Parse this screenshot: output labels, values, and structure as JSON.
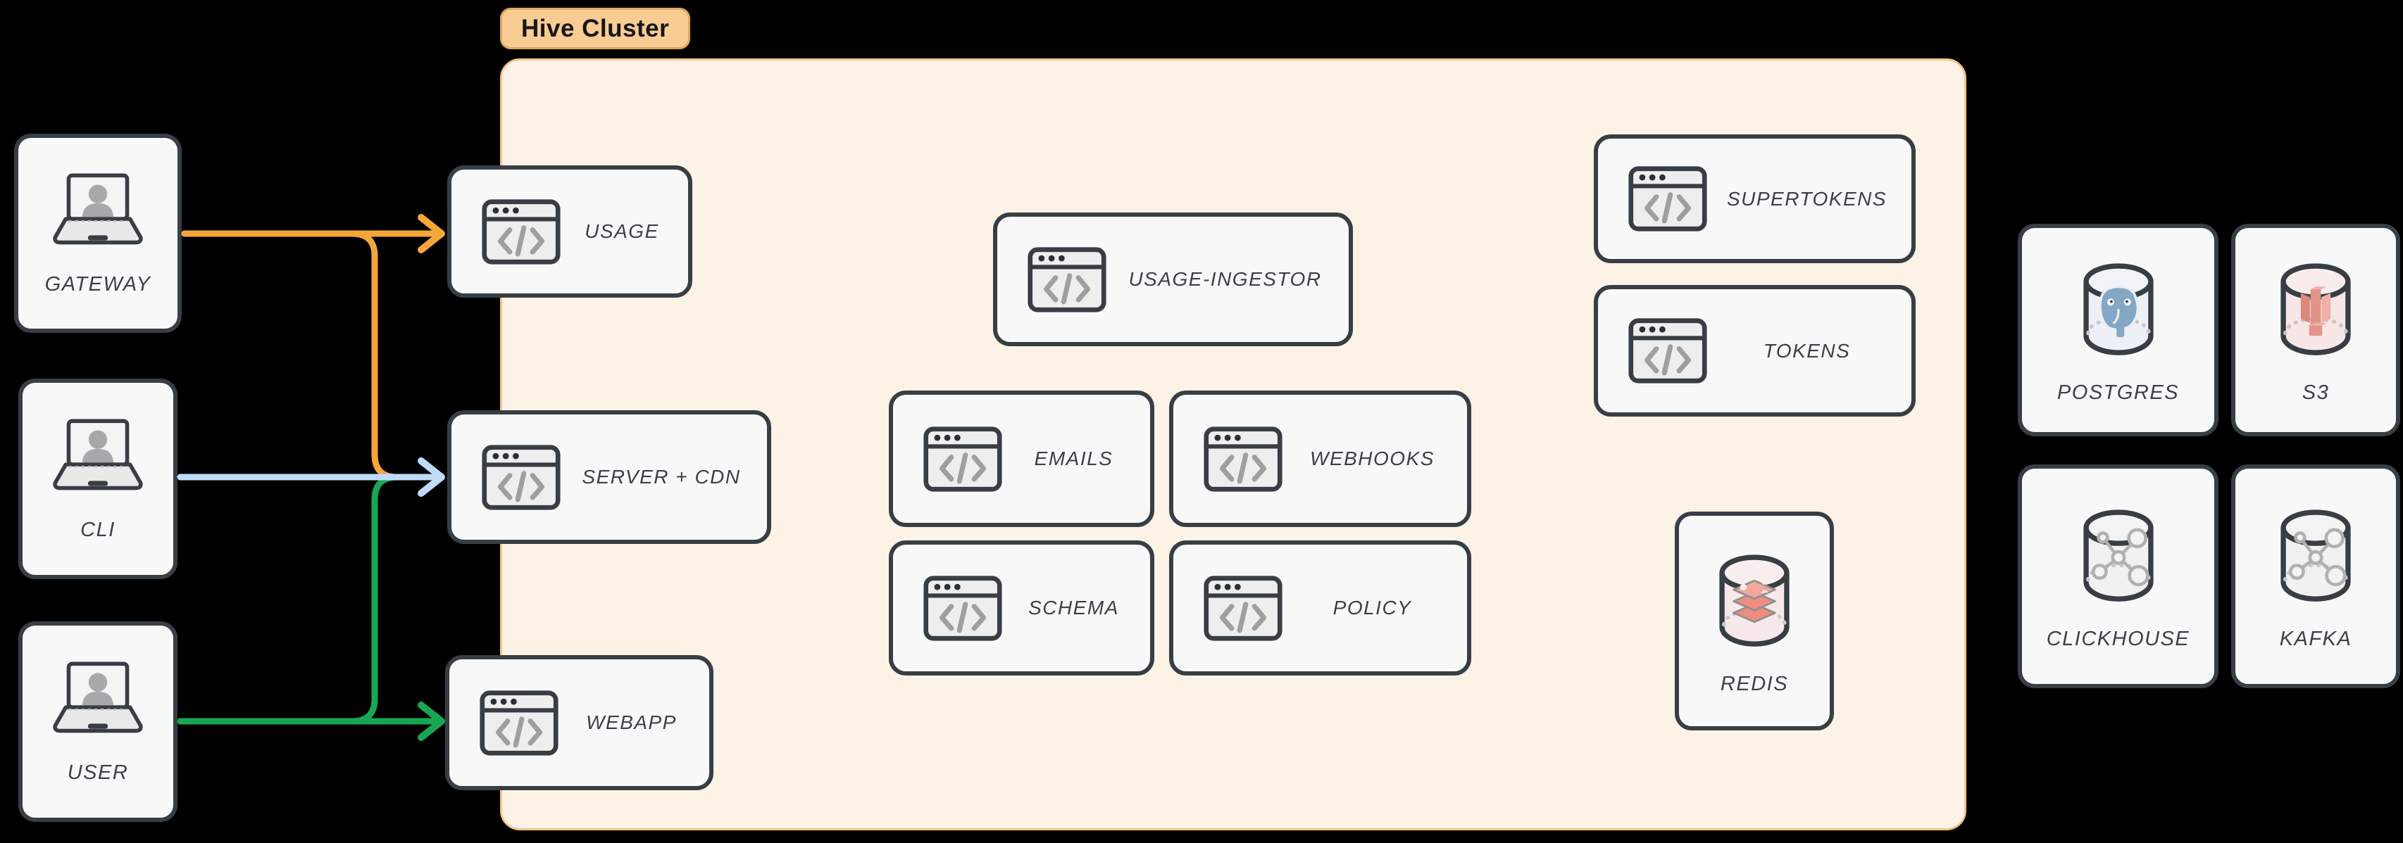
{
  "cluster": {
    "label": "Hive Cluster"
  },
  "clients": [
    {
      "label": "GATEWAY"
    },
    {
      "label": "CLI"
    },
    {
      "label": "USER"
    }
  ],
  "services": [
    {
      "label": "USAGE"
    },
    {
      "label": "SERVER + CDN"
    },
    {
      "label": "WEBAPP"
    },
    {
      "label": "USAGE-INGESTOR"
    },
    {
      "label": "EMAILS"
    },
    {
      "label": "WEBHOOKS"
    },
    {
      "label": "SCHEMA"
    },
    {
      "label": "POLICY"
    },
    {
      "label": "SUPERTOKENS"
    },
    {
      "label": "TOKENS"
    }
  ],
  "cluster_datastores": [
    {
      "label": "REDIS"
    }
  ],
  "external_datastores": [
    {
      "label": "POSTGRES"
    },
    {
      "label": "S3"
    },
    {
      "label": "CLICKHOUSE"
    },
    {
      "label": "KAFKA"
    }
  ],
  "edges": [
    {
      "from": "GATEWAY",
      "to": "USAGE",
      "color": "#F5A63B"
    },
    {
      "from": "GATEWAY",
      "to": "SERVER + CDN",
      "color": "#F5A63B"
    },
    {
      "from": "CLI",
      "to": "SERVER + CDN",
      "color": "#BFDBF7"
    },
    {
      "from": "USER",
      "to": "SERVER + CDN",
      "color": "#18A655"
    },
    {
      "from": "USER",
      "to": "WEBAPP",
      "color": "#18A655"
    }
  ],
  "colors": {
    "background": "#000000",
    "cluster_fill": "#FDF2E6",
    "cluster_border": "#F5C488",
    "cluster_label_fill": "#F8CC92",
    "node_fill": "#F7F9F9",
    "node_border": "#373E44",
    "label_text": "#3A4147",
    "edge_orange": "#F5A63B",
    "edge_blue": "#BFDBF7",
    "edge_green": "#18A655"
  }
}
